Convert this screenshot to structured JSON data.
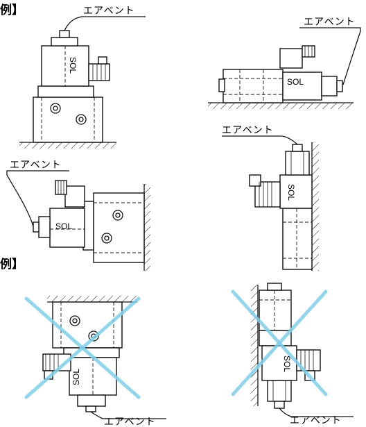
{
  "headers": {
    "good_example_tail": "例】",
    "bad_example_tail": "例】"
  },
  "air_vent_label": "エアベント",
  "solenoid_label": "SOL",
  "colors": {
    "line": "#111111",
    "prohibited_cross": "#7fd0ea",
    "background": "#ffffff"
  }
}
